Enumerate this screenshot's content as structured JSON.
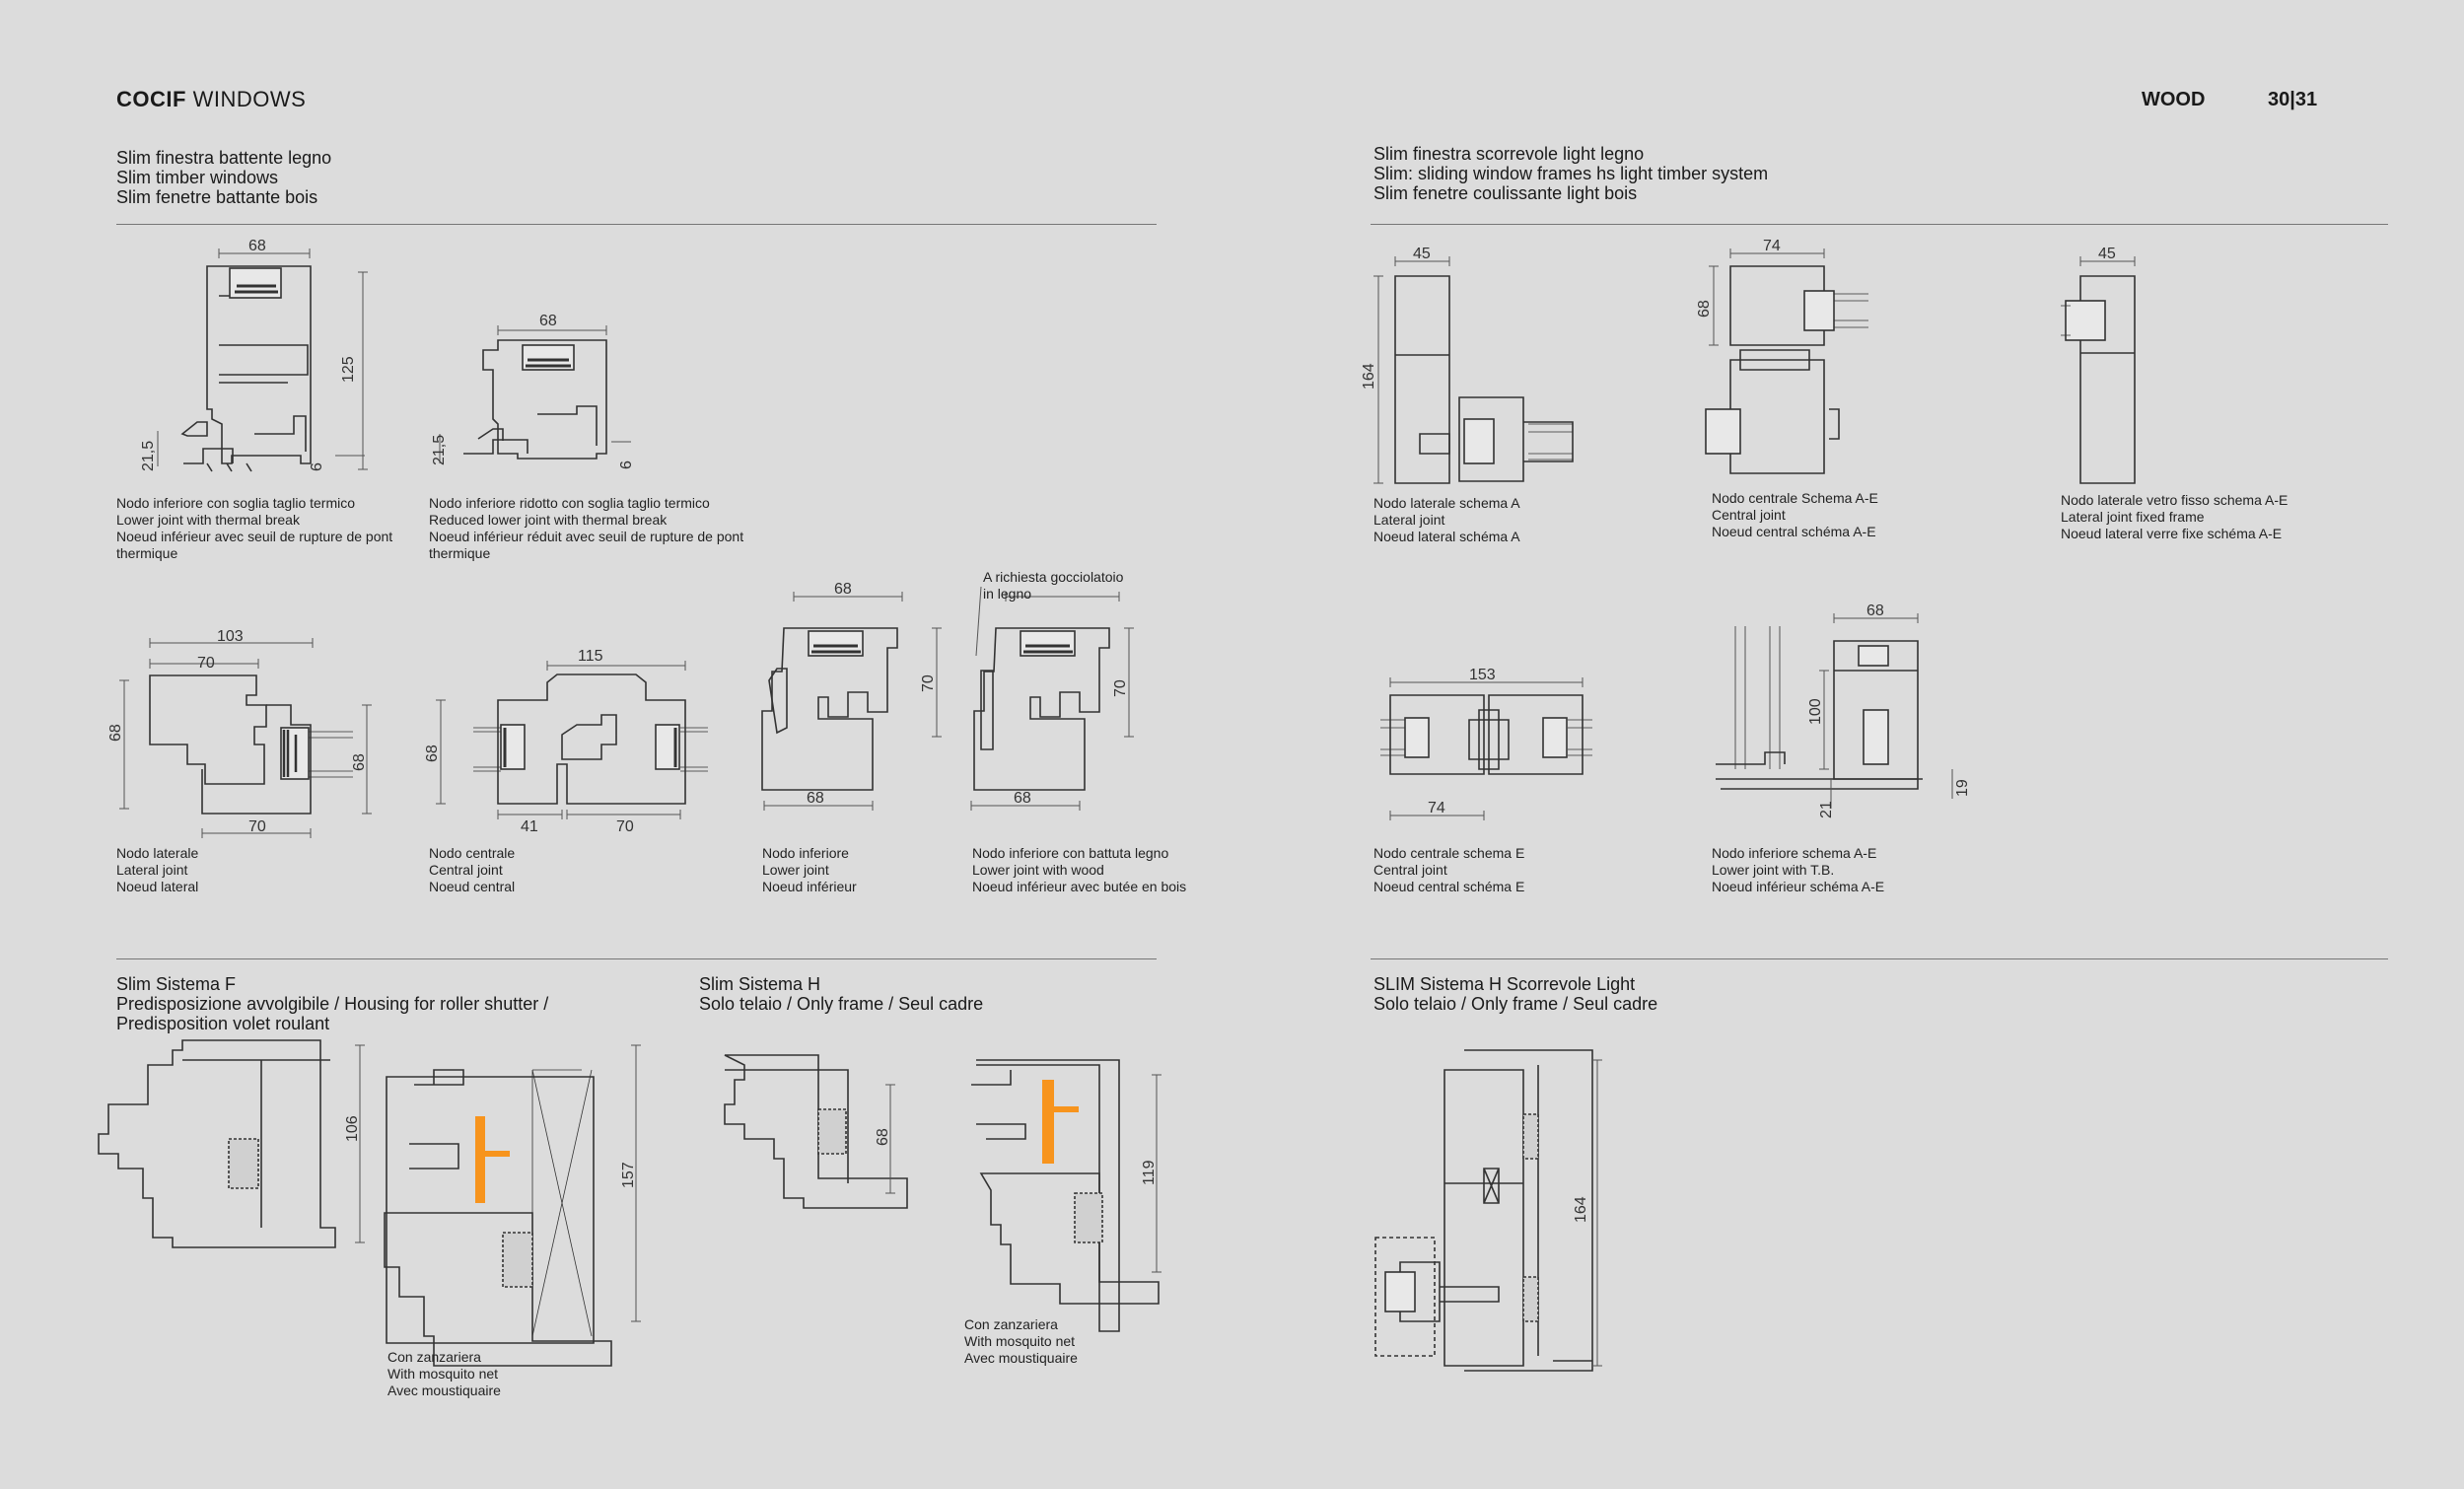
{
  "header": {
    "brand_bold": "COCIF",
    "brand_light": " WINDOWS",
    "category": "WOOD",
    "page": "30|31"
  },
  "left": {
    "section_title": [
      "Slim finestra battente legno",
      "Slim timber windows",
      "Slim fenetre battante bois"
    ],
    "captions": {
      "c1": [
        "Nodo inferiore con soglia taglio termico",
        "Lower joint with thermal break",
        "Noeud inférieur avec seuil de rupture de pont",
        "thermique"
      ],
      "c2": [
        "Nodo inferiore ridotto con soglia taglio termico",
        "Reduced lower joint with thermal break",
        "Noeud inférieur réduit avec seuil de rupture de pont",
        "thermique"
      ],
      "c3": [
        "Nodo laterale",
        "Lateral joint",
        "Noeud lateral"
      ],
      "c4": [
        "Nodo centrale",
        "Central joint",
        "Noeud central"
      ],
      "c5": [
        "Nodo inferiore",
        "Lower joint",
        "Noeud inférieur"
      ],
      "c6": [
        "Nodo inferiore con battuta legno",
        "Lower joint with  wood",
        "Noeud inférieur avec butée en bois"
      ]
    },
    "annotation": [
      "A richiesta gocciolatoio",
      "in legno"
    ],
    "sistema_f": [
      "Slim Sistema F",
      "Predisposizione avvolgibile / Housing for roller shutter /",
      "Predisposition volet roulant"
    ],
    "sistema_h": [
      "Slim Sistema H",
      "Solo telaio / Only frame / Seul cadre"
    ],
    "mosquito_f": [
      "Con zanzariera",
      "With mosquito net",
      "Avec moustiquaire"
    ],
    "mosquito_h": [
      "Con zanzariera",
      "With mosquito net",
      "Avec moustiquaire"
    ],
    "dims": {
      "d68a": "68",
      "d125": "125",
      "d215a": "21,5",
      "d6a": "6",
      "d68b": "68",
      "d215b": "21,5",
      "d6b": "6",
      "d103": "103",
      "d70a": "70",
      "d68c": "68",
      "d68d": "68",
      "d70b": "70",
      "d115": "115",
      "d68e": "68",
      "d41": "41",
      "d70c": "70",
      "d68f": "68",
      "d70d": "70",
      "d68g": "68",
      "d70e": "70",
      "d68h": "68",
      "d106": "106",
      "d157": "157",
      "d68i": "68",
      "d119": "119"
    }
  },
  "right": {
    "section_title": [
      "Slim finestra scorrevole light legno",
      "Slim: sliding window frames hs light timber system",
      "Slim fenetre coulissante light bois"
    ],
    "captions": {
      "r1": [
        "Nodo laterale schema A",
        "Lateral joint",
        "Noeud lateral schéma A"
      ],
      "r2": [
        "Nodo centrale Schema A-E",
        "Central joint",
        "Noeud central schéma A-E"
      ],
      "r3": [
        "Nodo laterale vetro fisso schema A-E",
        "Lateral joint fixed frame",
        "Noeud lateral verre fixe schéma A-E"
      ],
      "r4": [
        "Nodo centrale schema E",
        "Central joint",
        "Noeud central schéma E"
      ],
      "r5": [
        "Nodo inferiore schema A-E",
        "Lower joint with T.B.",
        "Noeud inférieur schéma A-E"
      ]
    },
    "sistema_h": [
      "SLIM Sistema H  Scorrevole Light",
      "Solo telaio / Only frame / Seul cadre"
    ],
    "dims": {
      "r45a": "45",
      "r164a": "164",
      "r74a": "74",
      "r68a": "68",
      "r45b": "45",
      "r153": "153",
      "r74b": "74",
      "r68b": "68",
      "r100": "100",
      "r21": "21",
      "r19": "19",
      "r164b": "164"
    }
  },
  "colors": {
    "background": "#dcdcdc",
    "line": "#333333",
    "accent": "#f7941d"
  }
}
